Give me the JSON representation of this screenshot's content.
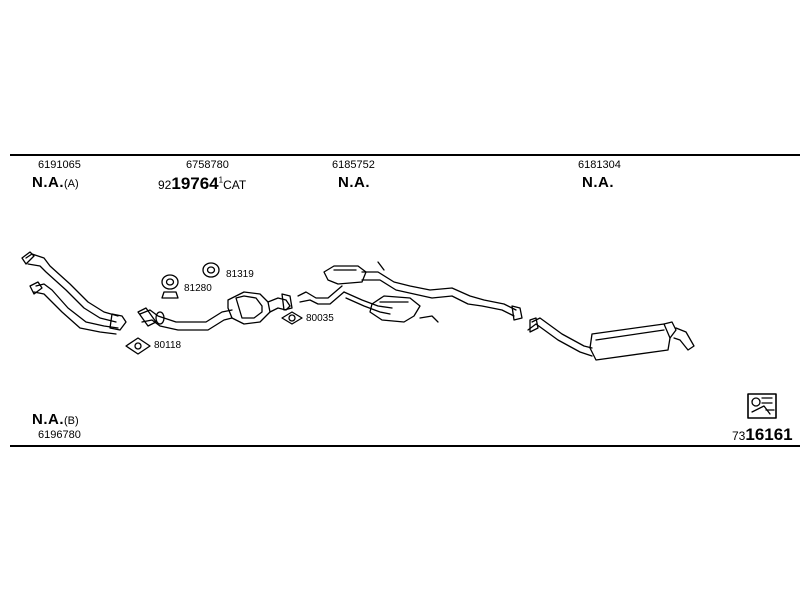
{
  "header_parts": {
    "col1": {
      "number": "6191065",
      "status": "N.A.",
      "note": "(A)"
    },
    "col2": {
      "number": "6758780",
      "code_prefix": "92",
      "code_main": "19764",
      "code_mark": "1",
      "code_suffix": "CAT"
    },
    "col3": {
      "number": "6185752",
      "status": "N.A."
    },
    "col4": {
      "number": "6181304",
      "status": "N.A."
    }
  },
  "small_parts": {
    "gasket_80118": "80118",
    "clamp_81280": "81280",
    "clamp_81319": "81319",
    "gasket_80035": "80035"
  },
  "footer": {
    "left_status": "N.A.",
    "left_note": "(B)",
    "left_number": "6196780",
    "right_prefix": "73",
    "right_main": "16161"
  }
}
